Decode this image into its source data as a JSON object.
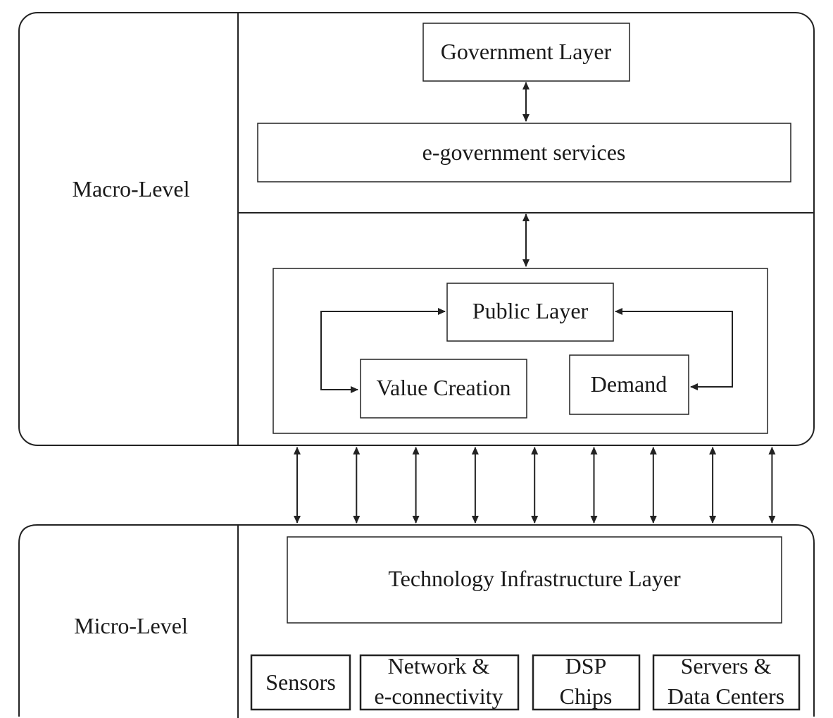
{
  "levels": {
    "macro": "Macro-Level",
    "micro": "Micro-Level"
  },
  "boxes": {
    "government_layer": "Government Layer",
    "egov_services": "e-government services",
    "public_layer": "Public Layer",
    "value_creation": "Value Creation",
    "demand": "Demand",
    "tech_infrastructure": "Technology Infrastructure Layer"
  },
  "components": [
    {
      "lines": [
        "Sensors"
      ]
    },
    {
      "lines": [
        "Network &",
        "e-connectivity"
      ]
    },
    {
      "lines": [
        "DSP",
        "Chips"
      ]
    },
    {
      "lines": [
        "Servers &",
        "Data Centers"
      ]
    }
  ],
  "colors": {
    "stroke": "#222222",
    "text": "#1a1a1a",
    "background": "#ffffff"
  },
  "connector_count": 9
}
